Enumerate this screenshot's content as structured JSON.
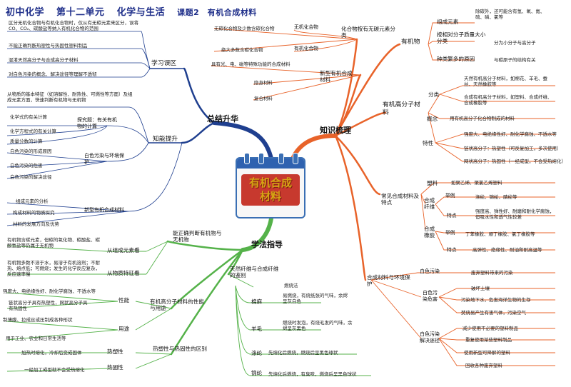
{
  "title": {
    "course": "初中化学",
    "unit": "第十二单元",
    "unit_name": "化学与生活",
    "lesson": "课题2　有机合成材料"
  },
  "center": {
    "line1": "有机合成",
    "line2": "材料"
  },
  "branches": {
    "summary": "总结升华",
    "knowledge": "知识梳理",
    "methods": "学法指导"
  },
  "summary": {
    "misconceptions": {
      "label": "学习误区",
      "items": [
        "区分无机化合物与有机化合物时，仅从有无碳元素来区分，误将CO、CO₂、碳酸盐等纳入有机化合物的范围",
        "不能正确判断热塑性与热固性塑料制品",
        "混淆天然高分子与合成高分子材料",
        "对白色污染的概念、解决途径等理解不透彻"
      ]
    },
    "ability": {
      "label": "知能提升",
      "intro": "从物质的基本特征（如溶解性、耐热性、可燃性等方面）及组成元素方面，快速判断有机物与无机物",
      "inquiry_label": "探究题：有关有机物的计算",
      "inquiry_items": [
        "化学式的有关计算",
        "化学方程式的有关计算",
        "质量分数的计算"
      ],
      "pollution_label": "白色污染与环境保护",
      "pollution_items": [
        "白色污染的形成原因",
        "白色污染的危害",
        "白色污染的解决途径"
      ],
      "new_label": "新型有机合成材料",
      "new_items": [
        "组成元素的分析",
        "构成材料的物质探究",
        "材料的发展方向及优势"
      ]
    }
  },
  "knowledge": {
    "classification": {
      "label": "化合物按有无碳元素分类",
      "inorganic_label": "无机化合物",
      "inorganic_desc": "无碳化合物及少数含碳化合物",
      "organic_label": "有机化合物",
      "organic_desc": "绝大多数含碳化合物"
    },
    "new_materials": {
      "label": "新型有机合成材料",
      "desc": "具有光、电、磁等特殊功能的合成材料",
      "items": [
        "隐身材料",
        "复合材料"
      ]
    },
    "organic": {
      "label": "有机物",
      "composition_label": "组成元素",
      "composition_desc": "除碳外，还可能含有氢、氧、氮、硫、磷、氯等",
      "molecule_label": "按相对分子质量大小分类",
      "molecule_desc": "分为小分子与高分子",
      "variety_label": "种类繁多的原因",
      "variety_desc": "与碳原子的结构有关"
    },
    "polymer": {
      "label": "有机高分子材料",
      "class_label": "分类",
      "natural": "天然有机高分子材料，如棉花、羊毛、蚕丝、天然橡胶等",
      "synthetic": "合成有机高分子材料，如塑料、合成纤维、合成橡胶等",
      "concept_label": "概念",
      "concept": "用有机高分子化合物制成的材料",
      "property_label": "特性",
      "properties": [
        "强度大、电绝缘性好、耐化学腐蚀、不透水等",
        "链状高分子：热塑性（可反复加工，多次使用）",
        "网状高分子：热固性（一经成型，不会受热熔化）"
      ]
    },
    "common": {
      "label": "常见合成材料及特点",
      "plastic_label": "塑料",
      "plastic_desc": "如聚乙烯、聚氯乙烯塑料",
      "fiber_label": "合成纤维",
      "fiber_example_label": "举例",
      "fiber_examples": "涤纶、锦纶、腈纶等",
      "fiber_feature_label": "特点",
      "fiber_features": "强度高、弹性好、耐磨和耐化学腐蚀，但吸水性和透气性较差",
      "rubber_label": "合成橡胶",
      "rubber_example_label": "举例",
      "rubber_examples": "丁苯橡胶、顺丁橡胶、氯丁橡胶等",
      "rubber_feature_label": "特点",
      "rubber_features": "高弹性、绝缘性、耐油和耐高温等"
    },
    "environment": {
      "label": "合成材料与环境保护",
      "white_label": "白色污染",
      "white_desc": "废弃塑料带来的污染",
      "harm_label": "白色污染危害",
      "harms": [
        "破坏土壤",
        "污染地下水，危害海洋生物的生存",
        "焚烧易产生有害气体，污染空气"
      ],
      "solution_label": "白色污染解决途径",
      "solutions": [
        "减少使用不必要的塑料制品",
        "重复使用某些塑料制品",
        "使用新型可降解的塑料",
        "回收各种废弃塑料"
      ]
    }
  },
  "methods": {
    "identify": {
      "label": "能正确判断有机物与无机物",
      "composition_label": "从组成元素看",
      "composition_desc": "有机物含碳元素，但碳的氧化物、碳酸盐、碳酸氢盐等仍属于无机物",
      "property_label": "从物质特征看",
      "property_desc": "有机物多数不溶于水，易溶于有机溶剂；不耐热、熔点低；可燃烧；发生的化学反应复杂，反应速率慢"
    },
    "performance": {
      "label": "有机高分子材料的性能与用途",
      "perf_label": "性能",
      "perf_items": [
        "强度大、电绝缘性好、耐化学腐蚀、不透水等",
        "链状高分子具有热塑性，网状高分子具有热固性"
      ],
      "use_label": "用途",
      "use_items": [
        "制薄膜、拉成丝或压制成各种形状",
        "用于工业、农业和日常生活等"
      ]
    },
    "thermo": {
      "label": "热塑性与热固性的区别",
      "plastic_label": "热塑性",
      "plastic_desc": "加热时熔化，冷却后变成固体",
      "set_label": "热固性",
      "set_desc": "一经加工成型就不会受热熔化"
    },
    "fiber": {
      "label": "天然纤维与合成纤维的鉴别",
      "method": "燃烧法",
      "items": [
        {
          "name": "棉麻",
          "desc": "易燃烧，有烧纸张的气味，余烬呈灰白色"
        },
        {
          "name": "羊毛",
          "desc": "燃烧时发泡，有烧毛发的气味，余烬呈灰黑色"
        },
        {
          "name": "涤纶",
          "desc": "先熔化后燃烧，燃烧后呈黑色球状"
        },
        {
          "name": "锦纶",
          "desc": "先熔化后燃烧，有臭味，燃烧后呈黑色球状"
        }
      ]
    }
  },
  "colors": {
    "summary": "#1f3f8f",
    "knowledge": "#e8632a",
    "methods": "#55b24a",
    "title": "#1f2f8a",
    "center_text": "#d7a514",
    "center_bg": "#c7392e"
  }
}
